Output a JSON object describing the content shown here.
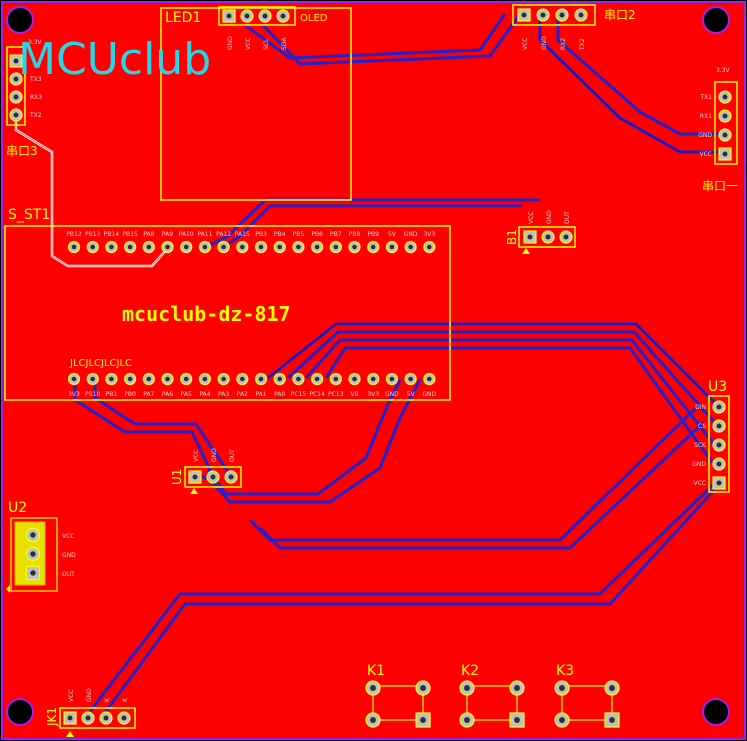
{
  "logo_text": "MCUclub",
  "board_label": "mcuclub-dz-817",
  "colors": {
    "copper": "#ff0000",
    "silkscreen": "#ffff00",
    "trace": "#2222cc",
    "outline": "#a020f0",
    "logo": "#27d6e6"
  },
  "components": {
    "led1": {
      "designator": "LED1",
      "name": "OLED",
      "pins": [
        "GND",
        "VCC",
        "SCL",
        "SDA"
      ]
    },
    "serial2": {
      "designator": "串口2",
      "pins": [
        "VCC",
        "GND",
        "RX2",
        "TX2"
      ]
    },
    "serial3": {
      "designator": "串口3",
      "header": "3.3V",
      "pins": [
        "TX3",
        "RX3",
        "TX2"
      ]
    },
    "serial1": {
      "designator": "串口一",
      "header": "3.3V",
      "pins": [
        "TX1",
        "RX1",
        "GND",
        "VCC"
      ]
    },
    "mcu": {
      "designator": "S_ST1",
      "marking": "JLCJLCJLCJLC",
      "top_pins": [
        "PB12",
        "PB13",
        "PB14",
        "PB15",
        "PA8",
        "PA9",
        "PA10",
        "PA11",
        "PA12",
        "PA15",
        "PB3",
        "PB4",
        "PB5",
        "PB6",
        "PB7",
        "PB8",
        "PB9",
        "5V",
        "GND",
        "3V3"
      ],
      "bottom_pins": [
        "3V3",
        "PB10",
        "PB1",
        "PB0",
        "PA7",
        "PA6",
        "PA5",
        "PA4",
        "PA3",
        "PA2",
        "PA1",
        "PA0",
        "PC15",
        "PC14",
        "PC13",
        "VB",
        "3V3",
        "GND",
        "5V",
        "GND"
      ]
    },
    "b1": {
      "designator": "B1",
      "pins": [
        "VCC",
        "GND",
        "OUT"
      ]
    },
    "u1": {
      "designator": "U1",
      "pins": [
        "VCC",
        "GND",
        "OUT"
      ]
    },
    "u2": {
      "designator": "U2",
      "pins": [
        "VCC",
        "GND",
        "OUT"
      ]
    },
    "u3": {
      "designator": "U3",
      "pins": [
        "DIN",
        "CS",
        "SCK",
        "GND",
        "VCC"
      ]
    },
    "jk1": {
      "designator": "JK1",
      "pins": [
        "VCC",
        "GND",
        "K",
        "K"
      ]
    },
    "keys": [
      "K1",
      "K2",
      "K3"
    ]
  }
}
